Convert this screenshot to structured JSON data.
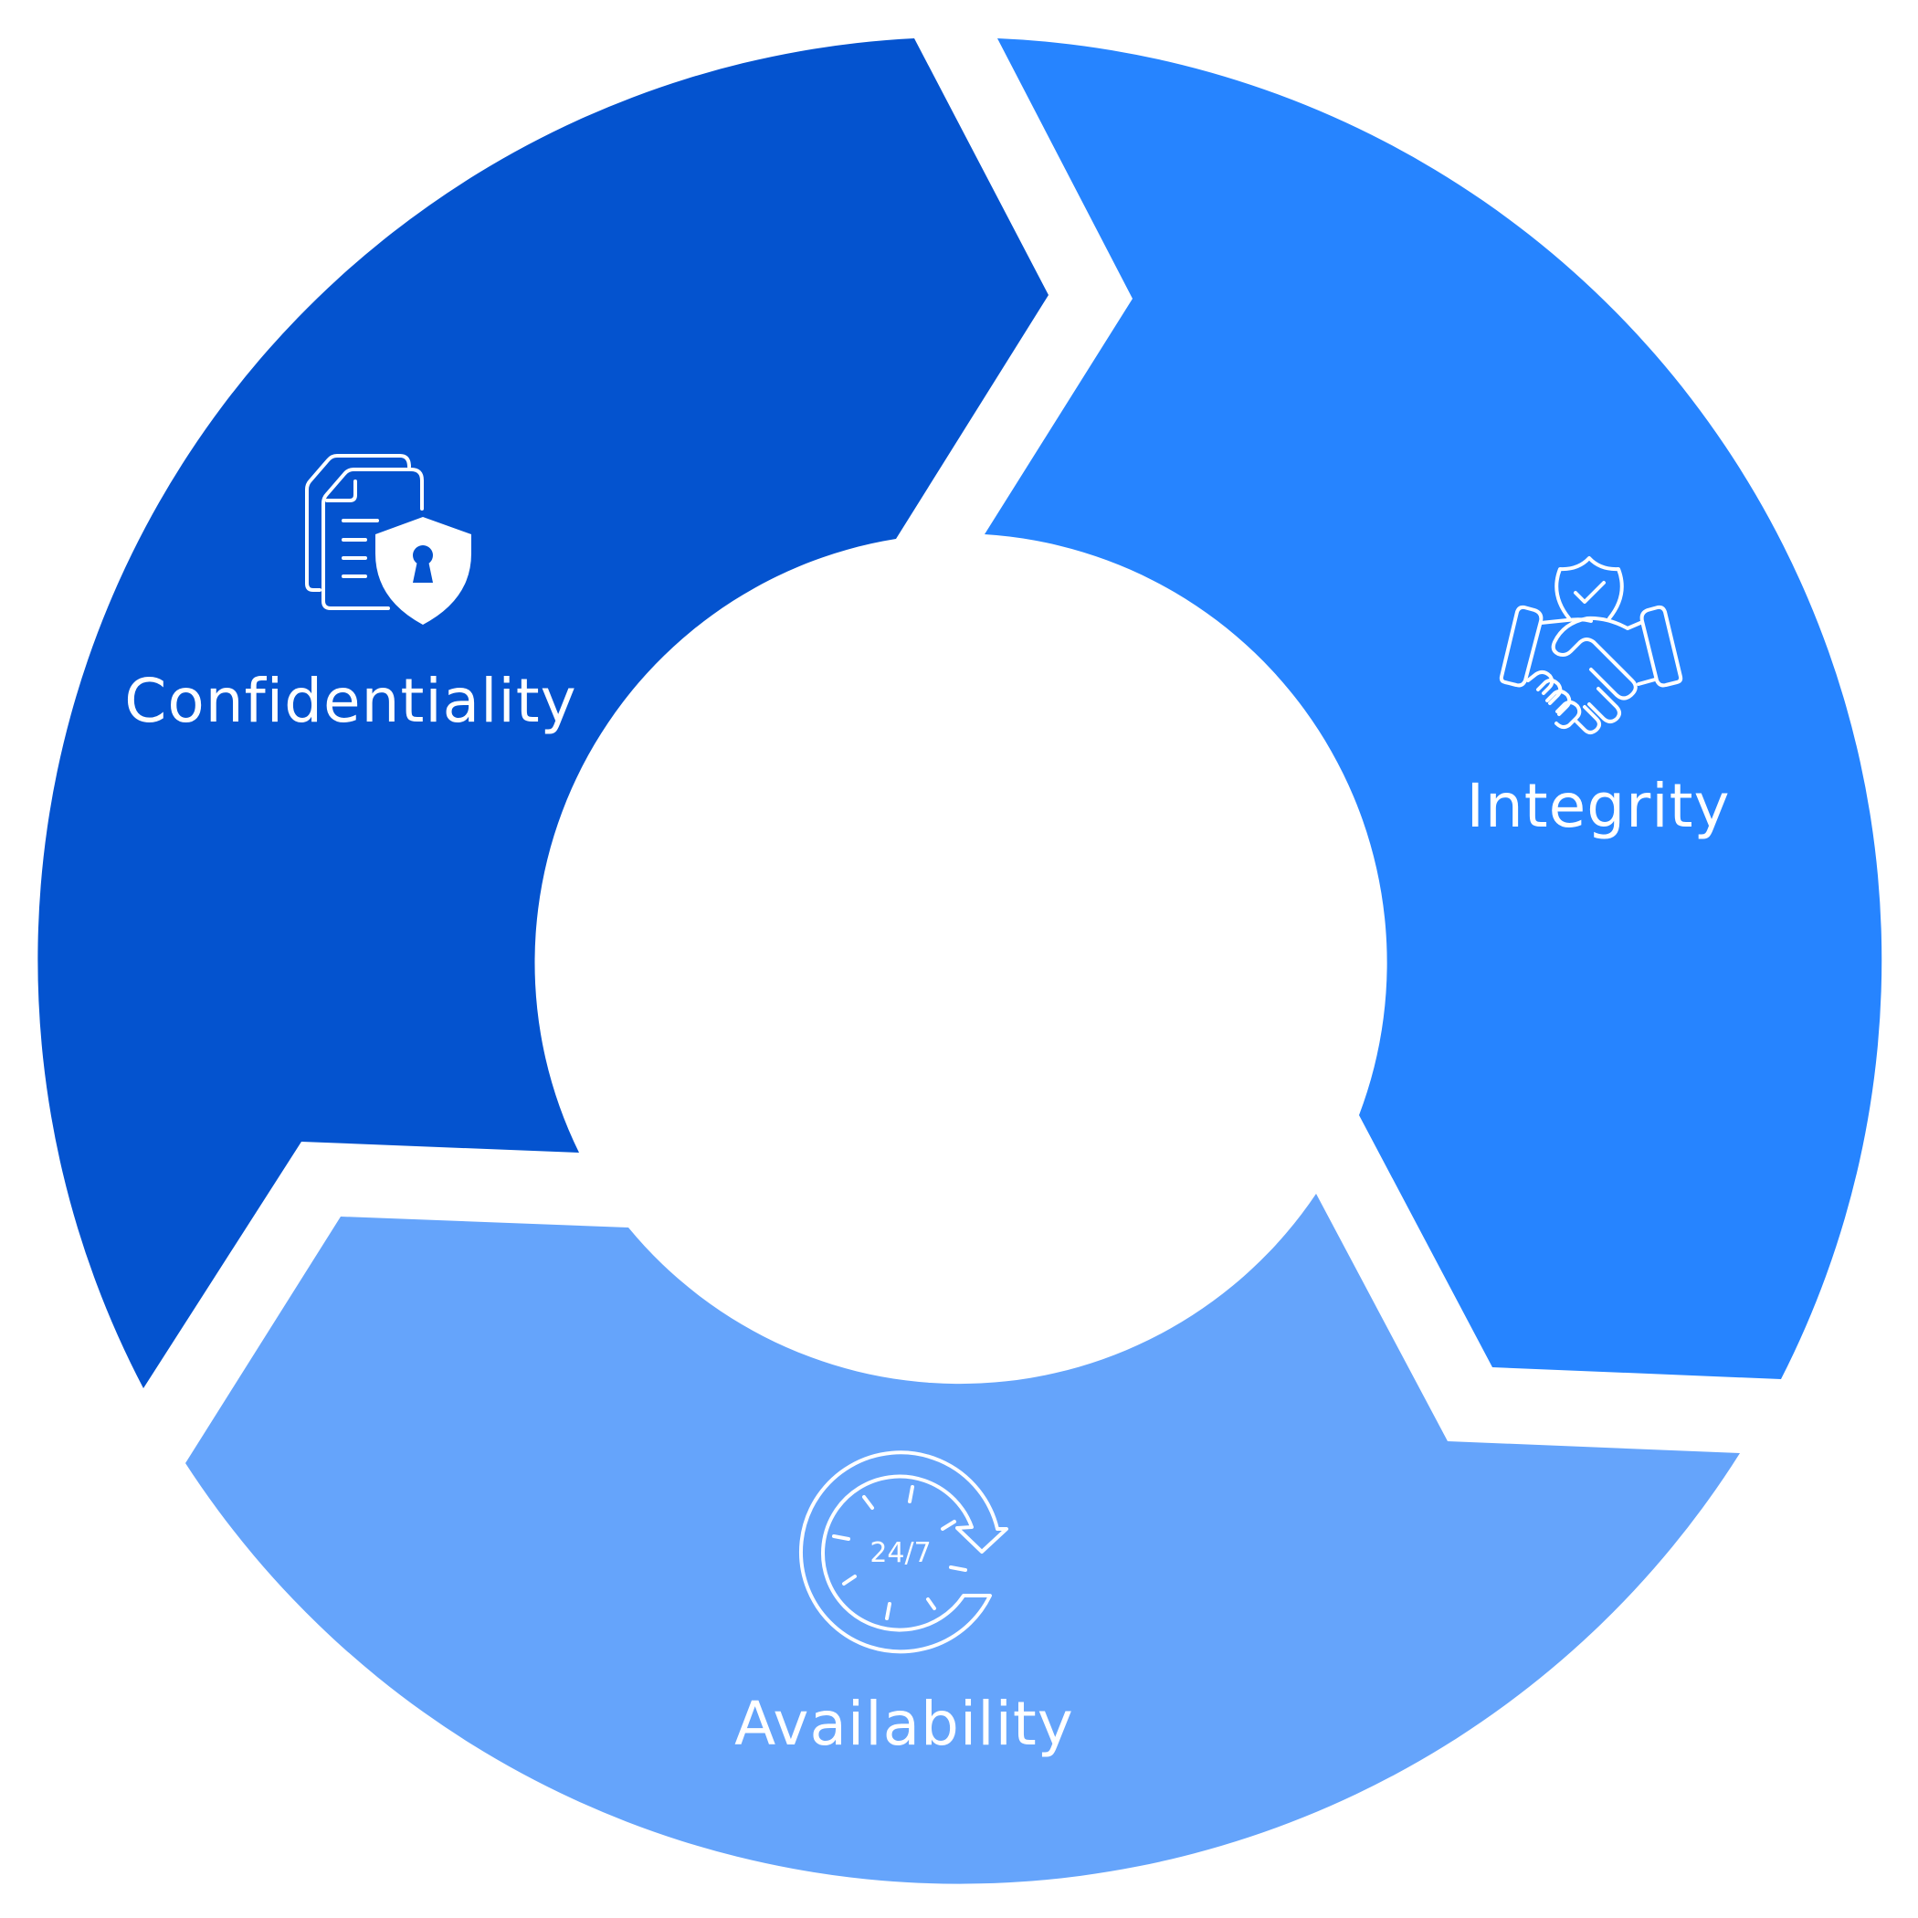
{
  "diagram": {
    "segments": [
      {
        "id": "confidentiality",
        "label": "Confidentiality",
        "color": "#0453CF",
        "icon": "document-shield-lock-icon"
      },
      {
        "id": "integrity",
        "label": "Integrity",
        "color": "#2684FF",
        "icon": "handshake-shield-icon"
      },
      {
        "id": "availability",
        "label": "Availability",
        "color": "#65A4FB",
        "icon": "clock-24-7-icon",
        "icon_text": "24/7"
      }
    ]
  }
}
